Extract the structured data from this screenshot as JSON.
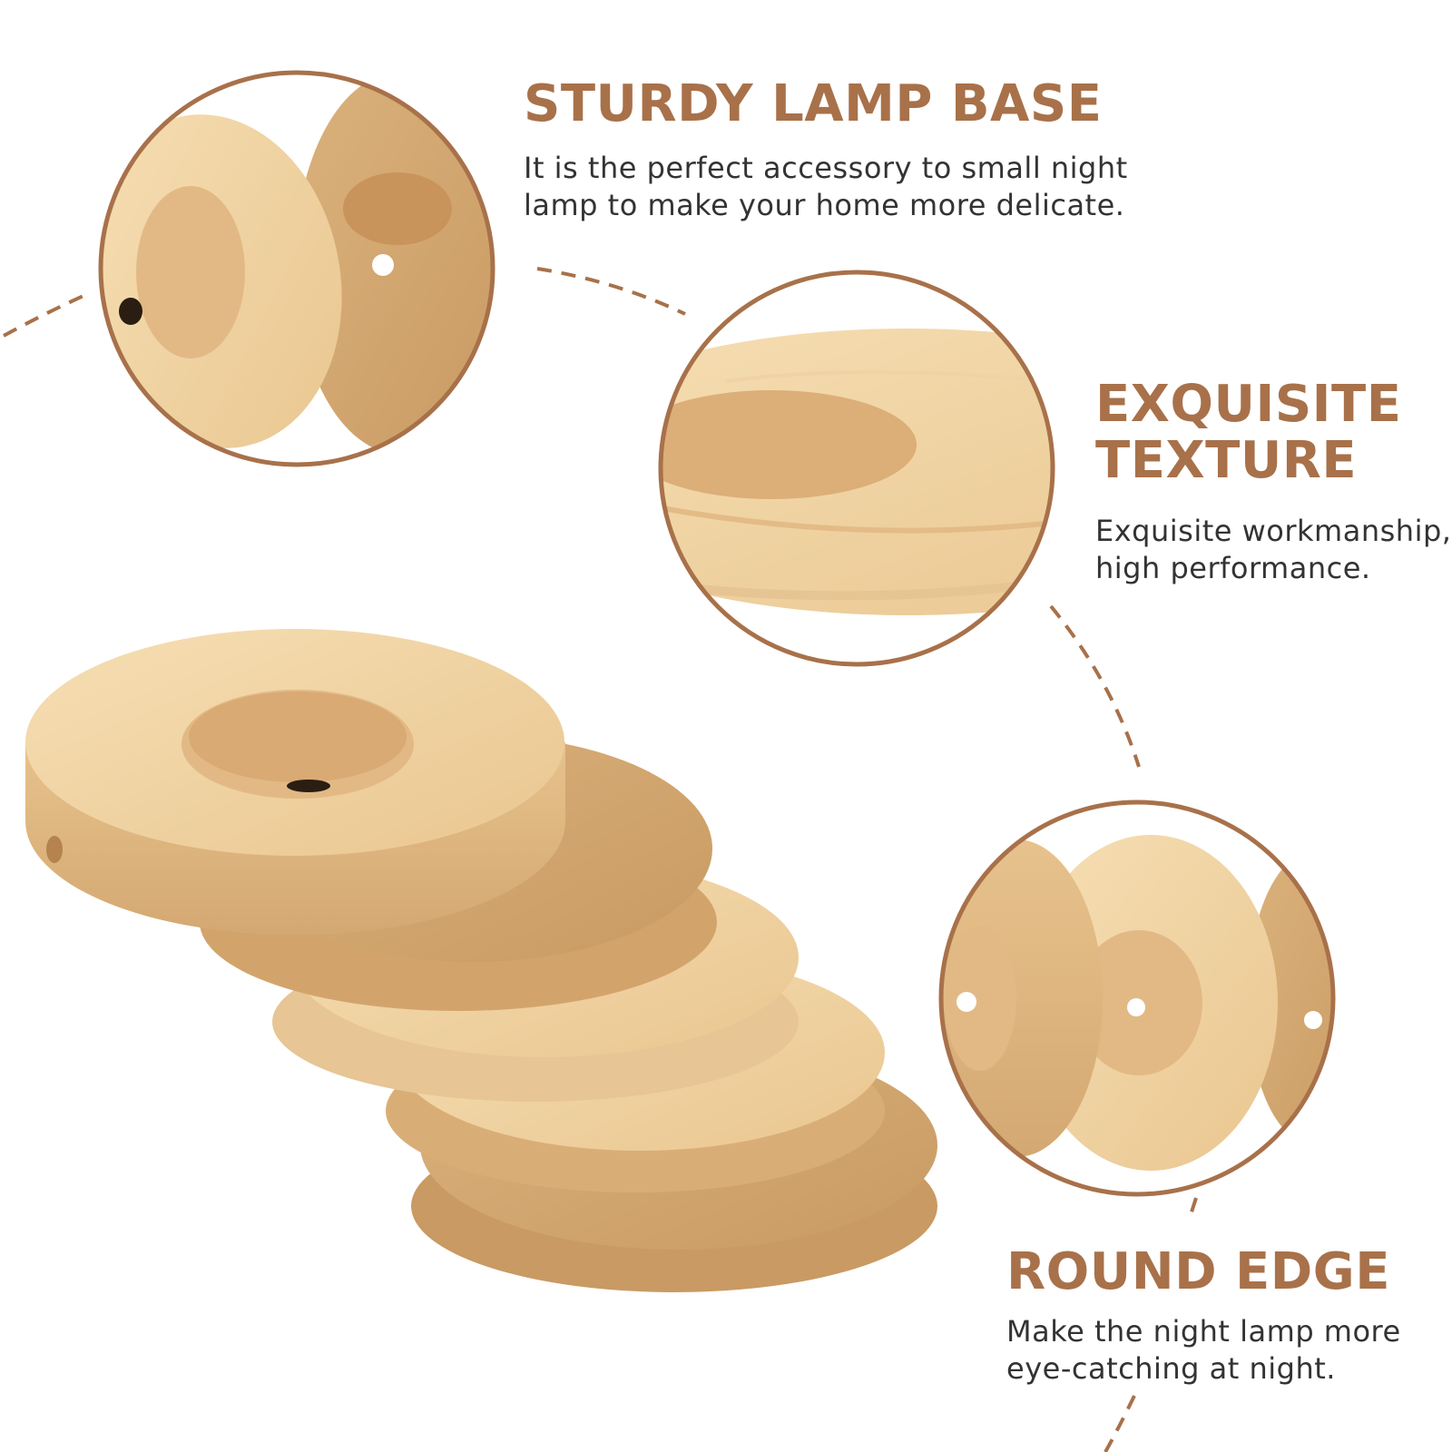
{
  "features": [
    {
      "title": "STURDY LAMP BASE",
      "description_lines": [
        "It is the perfect accessory to small night",
        "lamp to make your home more delicate."
      ]
    },
    {
      "title_lines": [
        "EXQUISITE",
        "TEXTURE"
      ],
      "description_lines": [
        "Exquisite workmanship,",
        "high performance."
      ]
    },
    {
      "title": "ROUND EDGE",
      "description_lines": [
        "Make the night lamp more",
        "eye-catching at night."
      ]
    }
  ],
  "colors": {
    "accent": "#a8714a",
    "text": "#333333",
    "wood_light": "#f3d9ab",
    "wood_mid": "#e4c08a",
    "wood_dark": "#c99a63",
    "background": "#ffffff"
  },
  "product": {
    "item": "wooden lamp base",
    "count": 5
  }
}
